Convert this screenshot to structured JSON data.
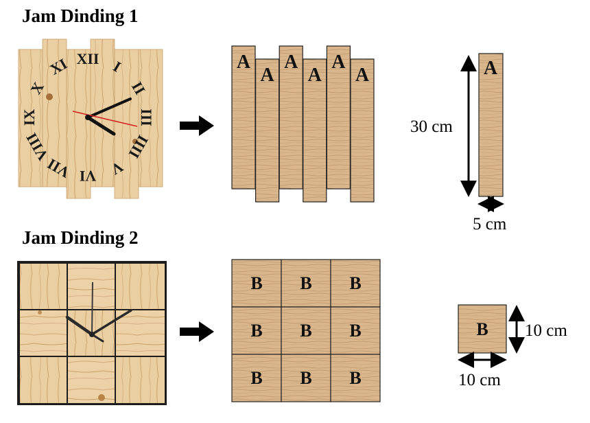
{
  "clock1": {
    "title": "Jam Dinding 1",
    "roman_numerals": [
      "XII",
      "I",
      "II",
      "III",
      "IIII",
      "V",
      "VI",
      "VII",
      "VIII",
      "IX",
      "X",
      "XI"
    ],
    "plank_letters": [
      "A",
      "A",
      "A",
      "A",
      "A",
      "A"
    ],
    "single_plank_letter": "A",
    "height_label": "30 cm",
    "width_label": "5 cm"
  },
  "clock2": {
    "title": "Jam Dinding 2",
    "tile_letters": [
      "B",
      "B",
      "B",
      "B",
      "B",
      "B",
      "B",
      "B",
      "B"
    ],
    "single_tile_letter": "B",
    "height_label": "10 cm",
    "width_label": "10 cm"
  },
  "colors": {
    "wood_light": "#e8c79a",
    "wood_oak": "#d6b48c",
    "wood_grain": "#b38a5e",
    "numeral": "#1a1a1a",
    "second_hand": "#d42020"
  },
  "icons": [
    "arrow-right-icon",
    "double-arrow-icon"
  ]
}
